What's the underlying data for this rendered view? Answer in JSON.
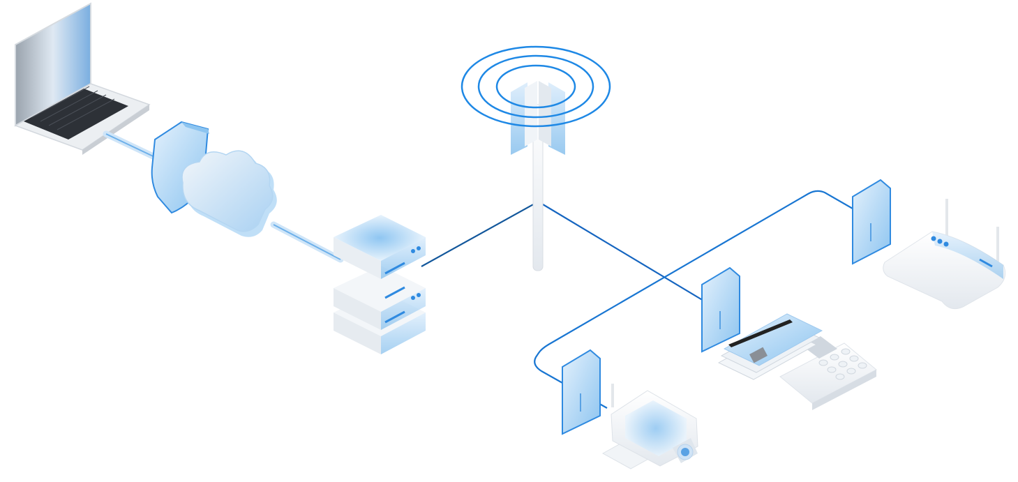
{
  "diagram": {
    "theme": {
      "accent": "#1e88e5",
      "accent_dark": "#0d5fa8",
      "wire": "#1565c0",
      "glass": "#bcdcf5",
      "panel": "#eef1f4"
    },
    "devices": [
      {
        "id": "laptop",
        "icon": "laptop-icon"
      },
      {
        "id": "firewall",
        "icon": "shield-icon"
      },
      {
        "id": "cloud",
        "icon": "cloud-icon"
      },
      {
        "id": "server",
        "icon": "server-rack-icon"
      },
      {
        "id": "tower",
        "icon": "cell-tower-icon"
      },
      {
        "id": "router",
        "icon": "router-icon"
      },
      {
        "id": "payment-terminal",
        "icon": "card-terminal-icon"
      },
      {
        "id": "security-camera",
        "icon": "camera-icon"
      },
      {
        "id": "sim-card-router",
        "icon": "sim-card-icon"
      },
      {
        "id": "sim-card-terminal",
        "icon": "sim-card-icon"
      },
      {
        "id": "sim-card-camera",
        "icon": "sim-card-icon"
      }
    ],
    "connections": [
      {
        "from": "laptop",
        "to": "firewall",
        "kind": "tube"
      },
      {
        "from": "cloud",
        "to": "server",
        "kind": "tube"
      },
      {
        "from": "server",
        "to": "tower",
        "kind": "wire"
      },
      {
        "from": "tower",
        "to": "payment-terminal",
        "kind": "wire"
      },
      {
        "from": "security-camera",
        "to": "router",
        "kind": "wire"
      }
    ]
  }
}
